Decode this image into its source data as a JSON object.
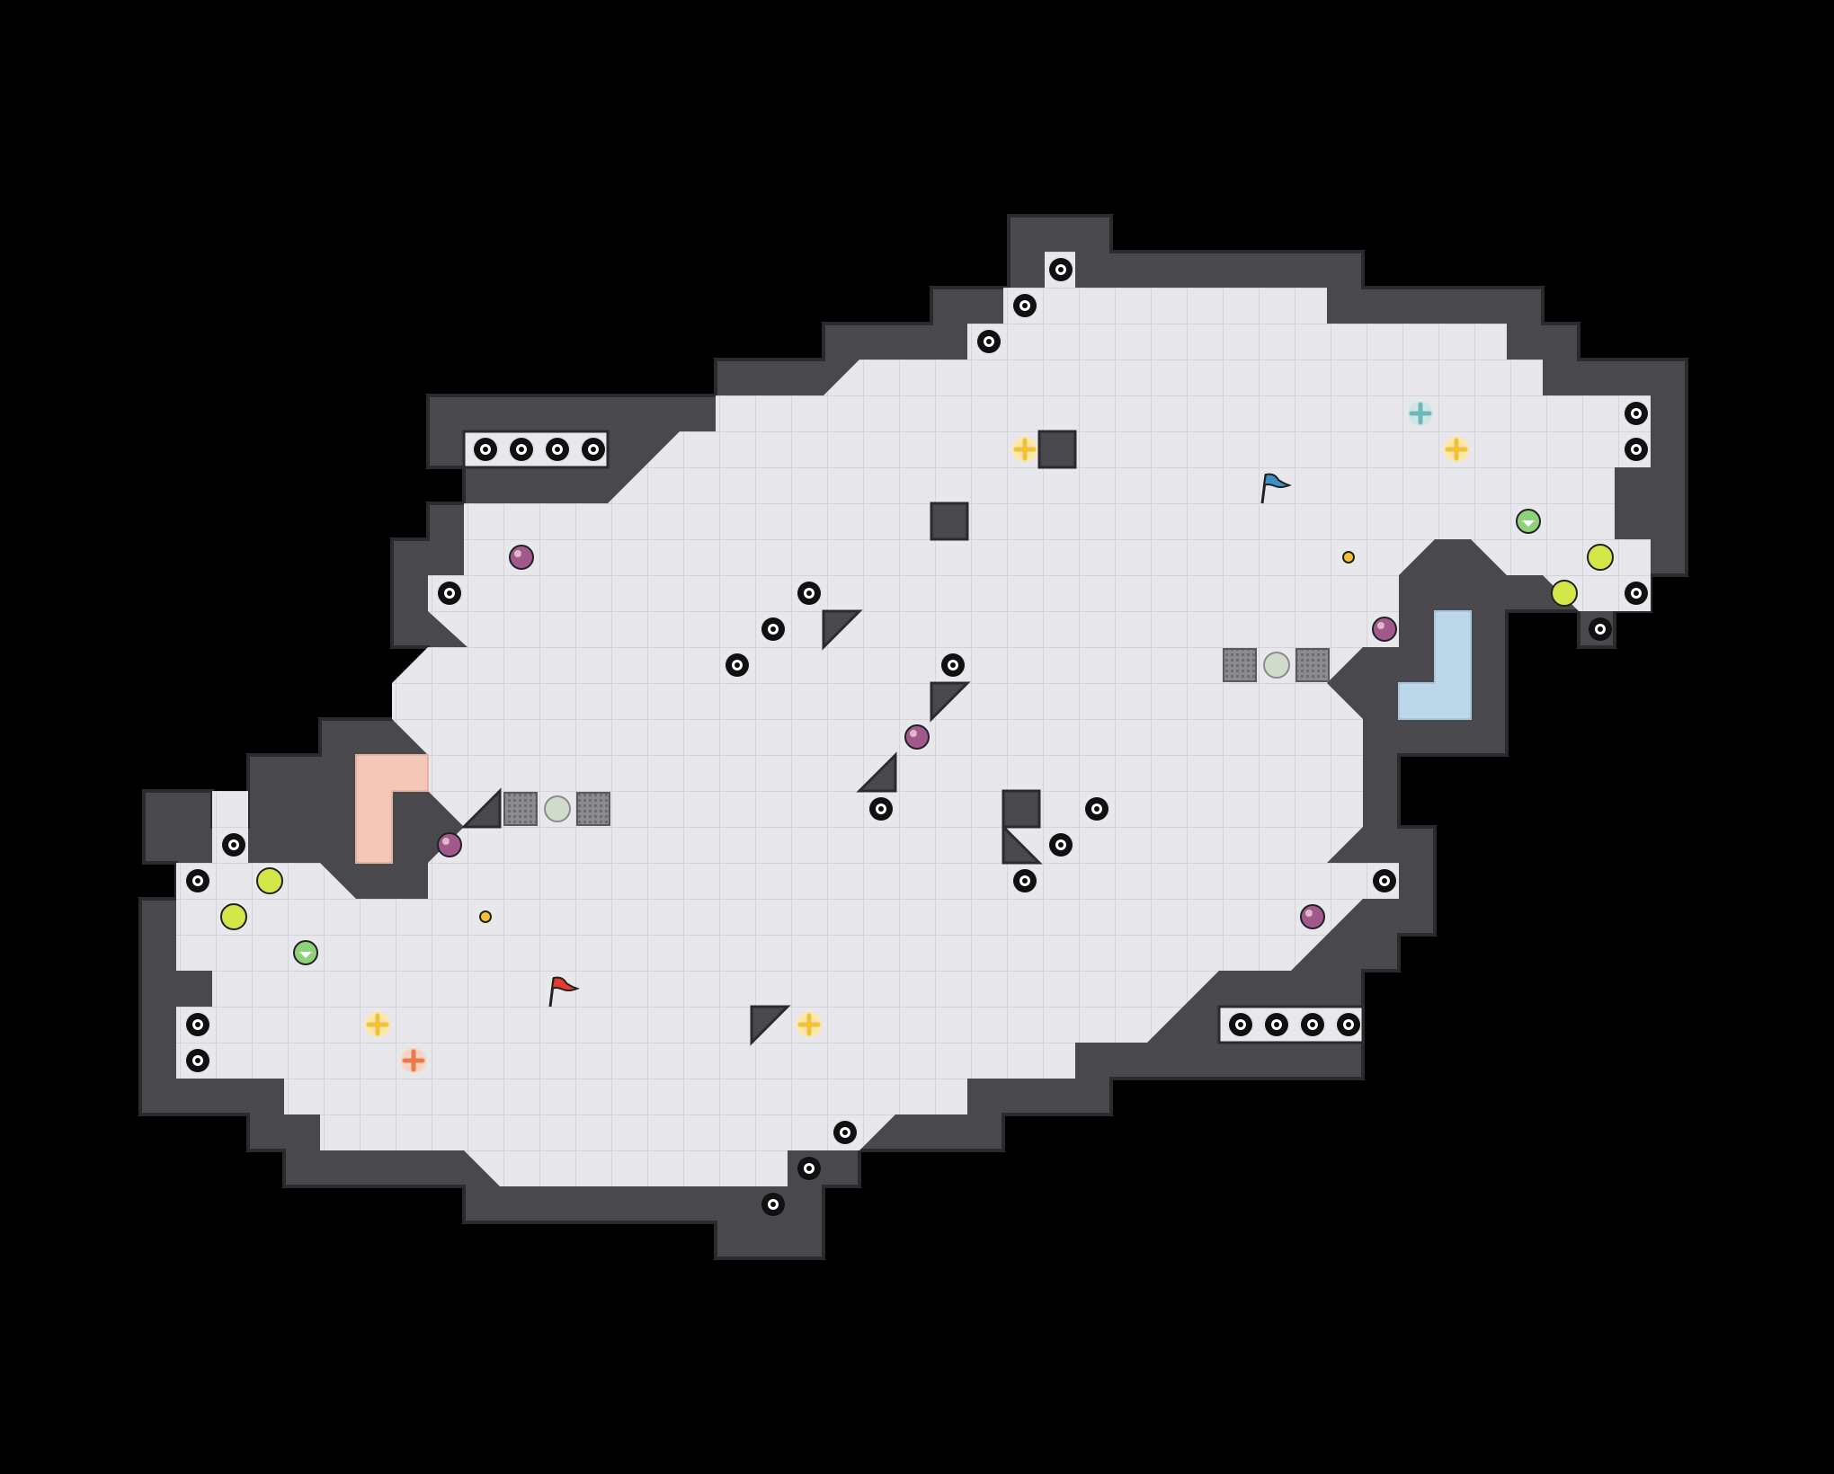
{
  "game": {
    "type": "top-down arena map",
    "colors": {
      "background": "#000000",
      "wall": "#49484d",
      "wall_edge": "#2b2a2e",
      "floor": "#e8e8ec",
      "floor_grid": "#d3d3d9",
      "red_team_base": "#f2c7b8",
      "blue_team_base": "#bcd6ea",
      "boost": "#f4c03a",
      "red_boost": "#ee7a4a",
      "blue_boost": "#6fb8b8",
      "bomb": "#a05a8a",
      "powerup": "#d3e64a",
      "gate": "#8b8b90"
    }
  },
  "map": {
    "entities": [
      {
        "kind": "red-flag",
        "icon": "flag-icon",
        "color": "#e33b2f"
      },
      {
        "kind": "blue-flag",
        "icon": "flag-icon",
        "color": "#3d8fc4"
      }
    ]
  }
}
